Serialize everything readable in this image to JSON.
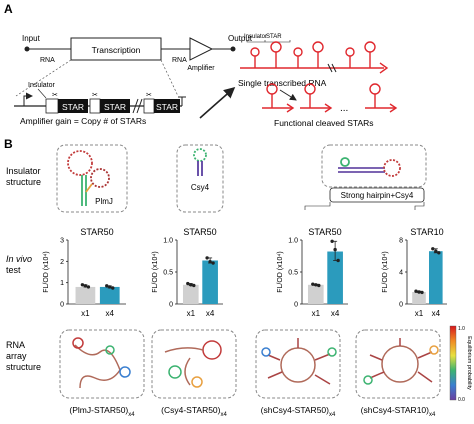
{
  "panelA": {
    "label": "A",
    "input": "Input",
    "output": "Output",
    "rna_left": "RNA",
    "rna_right": "RNA",
    "transcription": "Transcription",
    "amplifier": "Amplifier",
    "insulator": "Insulator",
    "star": "STAR",
    "gain": "Amplifier gain = Copy # of STARs",
    "insulator_top": "Insulator",
    "star_top": "STAR",
    "single_rna": "Single transcribed RNA",
    "functional": "Functional cleaved STARs",
    "ellipsis": "..."
  },
  "panelB": {
    "label": "B",
    "row_insulator": [
      "Insulator",
      "structure"
    ],
    "row_invivo": [
      "In vivo",
      "test"
    ],
    "row_rna": [
      "RNA",
      "array",
      "structure"
    ],
    "insulators": [
      "PlmJ",
      "Csy4",
      "Strong hairpin+Csy4"
    ],
    "ylabel": "FL/OD (x10⁴)",
    "colorbar_label": "Equilibrium probability",
    "colorbar_ticks": [
      "0.0",
      "1.0"
    ],
    "arrays": [
      {
        "name": "(PlmJ-STAR50)",
        "sub": "x4"
      },
      {
        "name": "(Csy4-STAR50)",
        "sub": "x4"
      },
      {
        "name": "(shCsy4-STAR50)",
        "sub": "x4"
      },
      {
        "name": "(shCsy4-STAR10)",
        "sub": "x4"
      }
    ],
    "colors": {
      "x1": "#d0d0d0",
      "x4": "#2b9bbd",
      "red": "#e0282e"
    }
  },
  "chart_data": [
    {
      "type": "bar",
      "title": "STAR50",
      "categories": [
        "x1",
        "x4"
      ],
      "values": [
        0.8,
        0.8
      ],
      "ylim": [
        0,
        3
      ],
      "yticks": [
        "0",
        "1",
        "2",
        "3"
      ],
      "points": [
        [
          0.9,
          0.85,
          0.8
        ],
        [
          0.85,
          0.8,
          0.75
        ]
      ]
    },
    {
      "type": "bar",
      "title": "STAR50",
      "categories": [
        "x1",
        "x4"
      ],
      "values": [
        0.3,
        0.68
      ],
      "ylim": [
        0,
        1.0
      ],
      "yticks": [
        "0",
        "0.5",
        "1.0"
      ],
      "points": [
        [
          0.32,
          0.3,
          0.29
        ],
        [
          0.72,
          0.66,
          0.64
        ]
      ]
    },
    {
      "type": "bar",
      "title": "STAR50",
      "categories": [
        "x1",
        "x4"
      ],
      "values": [
        0.3,
        0.82
      ],
      "ylim": [
        0,
        1.0
      ],
      "yticks": [
        "0",
        "0.5",
        "1.0"
      ],
      "points": [
        [
          0.31,
          0.3,
          0.29
        ],
        [
          0.98,
          0.85,
          0.68
        ]
      ]
    },
    {
      "type": "bar",
      "title": "STAR10",
      "categories": [
        "x1",
        "x4"
      ],
      "values": [
        1.5,
        6.6
      ],
      "ylim": [
        0,
        8
      ],
      "yticks": [
        "0",
        "4",
        "8"
      ],
      "points": [
        [
          1.6,
          1.5,
          1.45
        ],
        [
          6.9,
          6.6,
          6.4
        ]
      ]
    }
  ]
}
